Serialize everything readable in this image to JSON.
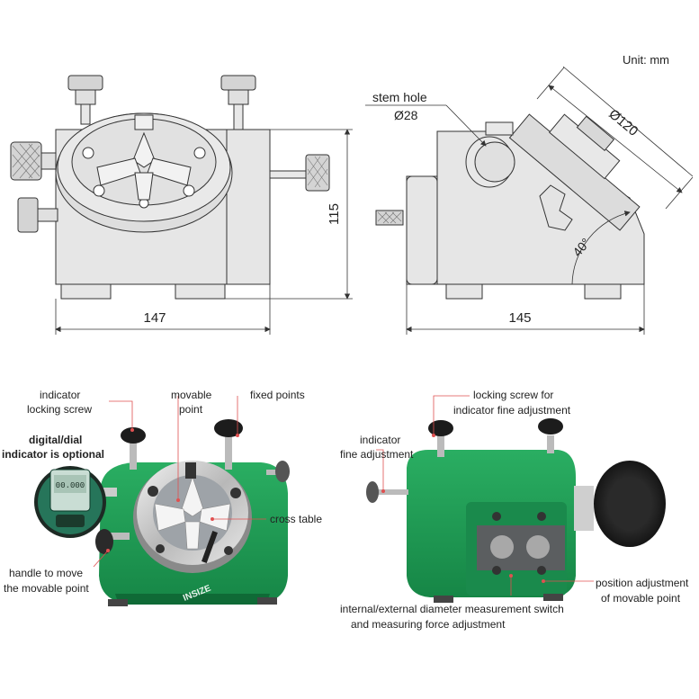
{
  "unit_label": "Unit: mm",
  "drawing": {
    "front_width": "147",
    "front_height": "115",
    "side_width": "145",
    "stem_hole_label": "stem hole",
    "stem_hole_dia": "Ø28",
    "table_dia": "Ø120",
    "angle": "40°"
  },
  "photo_front": {
    "brand": "INSIZE",
    "display_value": "00.000",
    "labels": {
      "indicator_locking_1": "indicator",
      "indicator_locking_2": "locking screw",
      "movable_point_1": "movable",
      "movable_point_2": "point",
      "fixed_points": "fixed points",
      "digital_optional_1": "digital/dial",
      "digital_optional_2": "indicator is optional",
      "cross_table": "cross table",
      "handle_1": "handle to move",
      "handle_2": "the movable point"
    }
  },
  "photo_back": {
    "labels": {
      "locking_fine_1": "locking screw for",
      "locking_fine_2": "indicator fine adjustment",
      "indicator_fine_1": "indicator",
      "indicator_fine_2": "fine adjustment",
      "position_adj_1": "position adjustment",
      "position_adj_2": "of movable point",
      "switch_1": "internal/external diameter measurement switch",
      "switch_2": "and measuring force adjustment"
    }
  },
  "colors": {
    "body_green": "#1f9a55",
    "drawing_fill": "#e6e6e6",
    "leader_red": "#e05050"
  }
}
